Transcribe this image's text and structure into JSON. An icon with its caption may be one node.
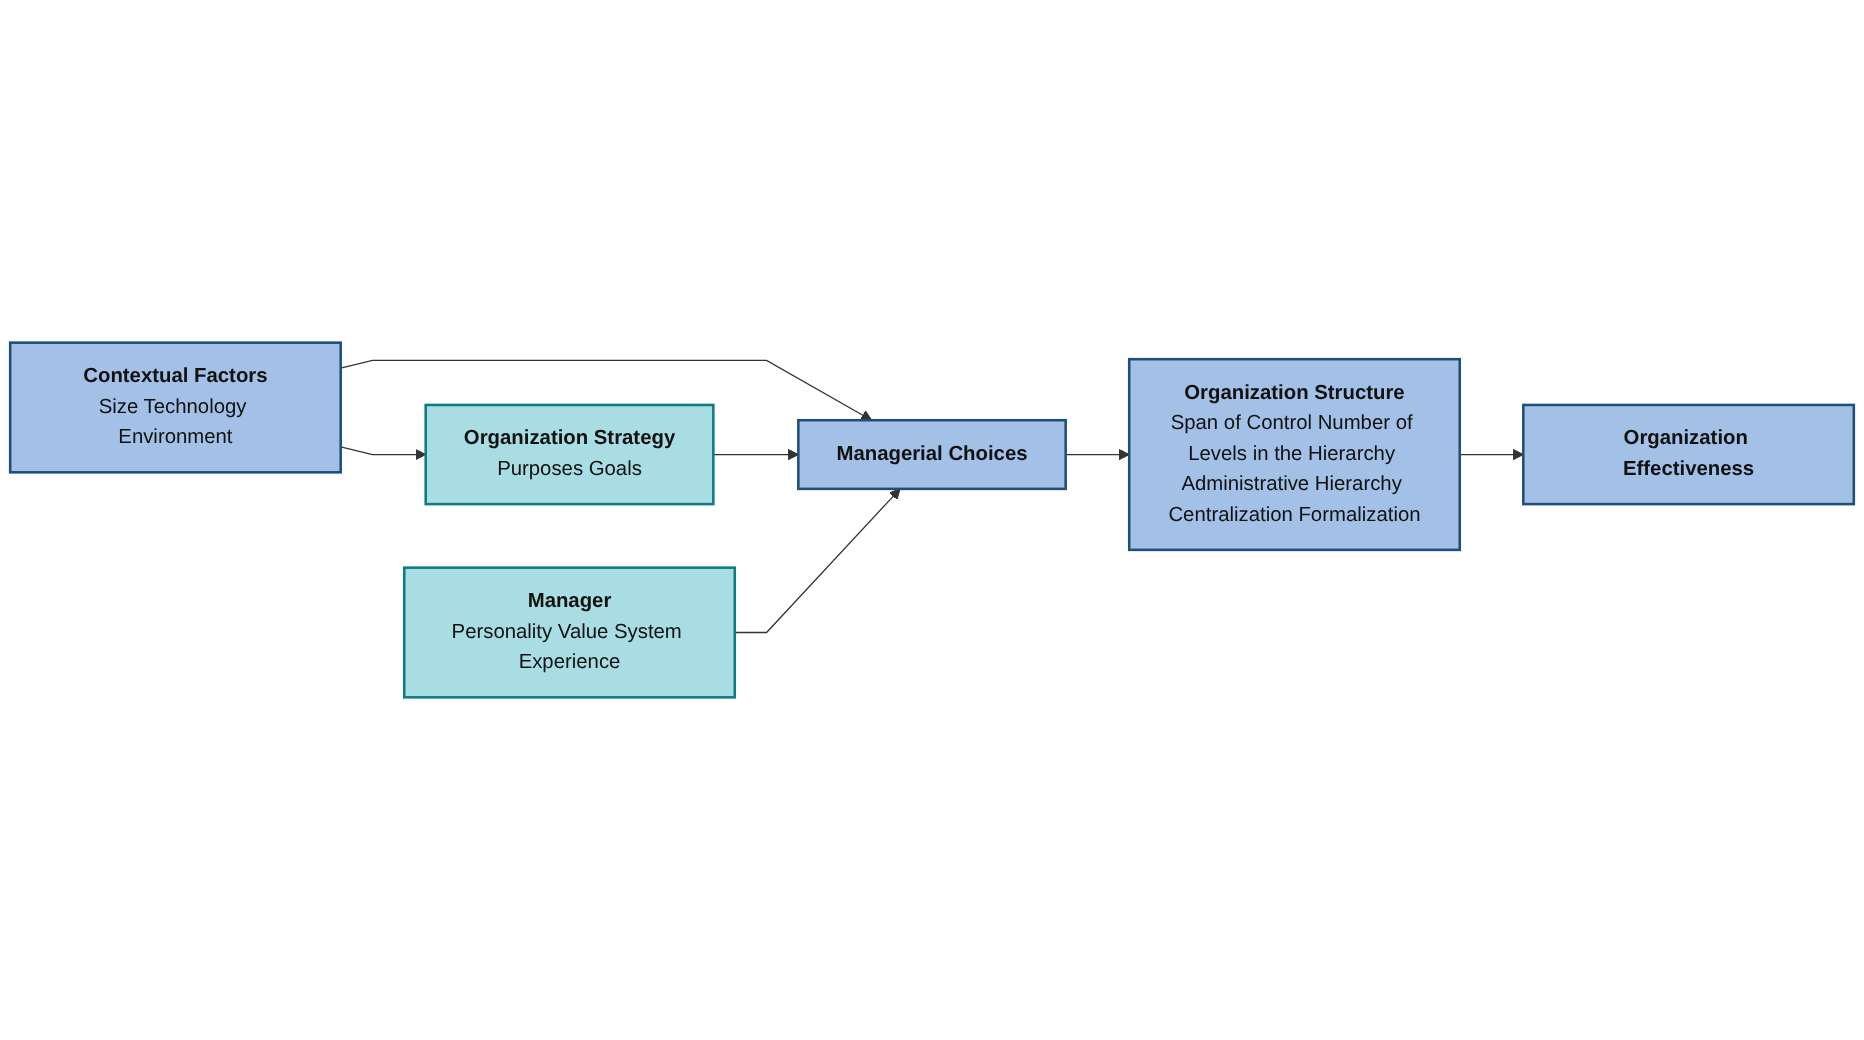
{
  "diagram": {
    "nodes": [
      {
        "text": [
          "Contextual Factors",
          "Size Technology Environment"
        ]
      },
      {
        "text": [
          "Organization Strategy",
          "Purposes Goals"
        ]
      },
      {
        "text": [
          "Managerial Choices"
        ]
      },
      {
        "text": [
          "Manager",
          "Personality Value System Experience"
        ]
      },
      {
        "text": [
          "Organization Structure",
          "Span of Control Number of Levels in the Hierarchy Administrative Hierarchy Centralization Formalization"
        ]
      },
      {
        "text": [
          "Organization Effectiveness"
        ]
      }
    ],
    "edges": [
      {
        "from": 0,
        "to": 1,
        "arrow": "to"
      },
      {
        "from": 0,
        "to": 2,
        "arrow": "to"
      },
      {
        "from": 1,
        "to": 2,
        "arrow": "to"
      },
      {
        "from": 3,
        "to": 2,
        "arrow": "to"
      },
      {
        "from": 2,
        "to": 4,
        "arrow": "to"
      },
      {
        "from": 4,
        "to": 5,
        "arrow": "to"
      }
    ]
  }
}
